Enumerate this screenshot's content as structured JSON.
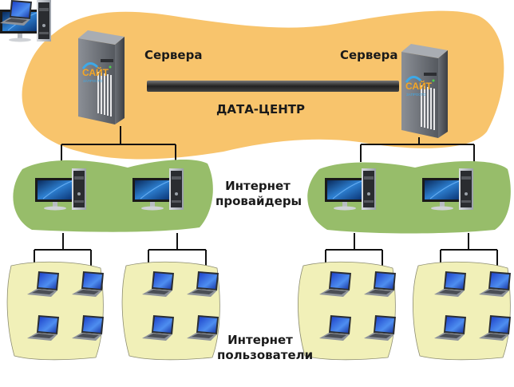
{
  "diagram": {
    "datacenter": {
      "label": "ДАТА-ЦЕНТР",
      "color": "#f8c46c",
      "servers": [
        {
          "label": "Сервера",
          "brand": "САЙТ",
          "brand_sub": "ЗАПРОСТО"
        },
        {
          "label": "Сервера",
          "brand": "САЙТ",
          "brand_sub": "ЗАПРОСТО"
        }
      ]
    },
    "providers": {
      "label_line1": "Интернет",
      "label_line2": "провайдеры",
      "color": "#97bd6a",
      "groups": [
        {
          "computers": 2
        },
        {
          "computers": 2
        }
      ]
    },
    "users": {
      "label_line1": "Интернет",
      "label_line2": "пользователи",
      "color": "#f1f0b8",
      "groups": [
        {
          "laptops": 4
        },
        {
          "laptops": 4
        },
        {
          "laptops": 4
        },
        {
          "laptops": 4
        }
      ]
    }
  }
}
